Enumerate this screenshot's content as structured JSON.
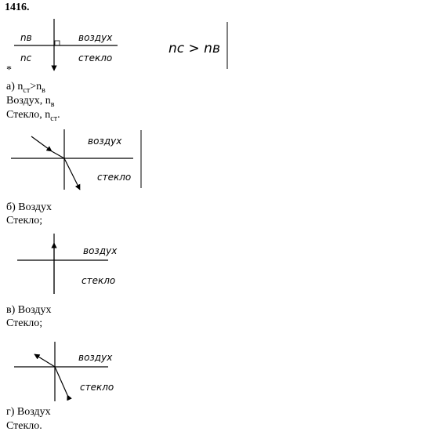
{
  "problem_number": "1416.",
  "top_sketch": {
    "n_air": "nв",
    "n_glass": "nс",
    "air": "воздух",
    "glass": "стекло",
    "star": "*",
    "relation": "nс > nв"
  },
  "part_a": {
    "label": "а) n",
    "sub1": "ст",
    "gt": ">n",
    "sub2": "в",
    "air_line": "Воздух, n",
    "air_sub": "в",
    "glass_line": "Стекло, n",
    "glass_sub": "ст",
    "glass_end": ".",
    "fig_air": "воздух",
    "fig_glass": "стекло"
  },
  "part_b": {
    "air_line": "б) Воздух",
    "glass_line": "Стекло;",
    "fig_air": "воздух",
    "fig_glass": "стекло"
  },
  "part_c": {
    "air_line": "в) Воздух",
    "glass_line": "Стекло;",
    "fig_air": "воздух",
    "fig_glass": "стекло"
  },
  "part_d": {
    "air_line": "г) Воздух",
    "glass_line": "Стекло."
  }
}
